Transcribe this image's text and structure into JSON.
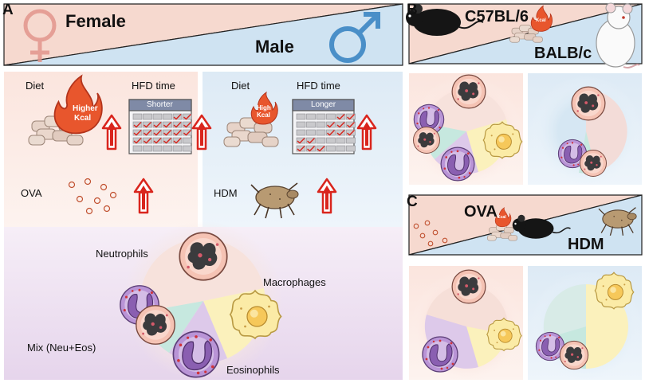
{
  "panels": {
    "a": {
      "letter": "A",
      "female": "Female",
      "male": "Male",
      "diet_left": "Diet",
      "hfd_left": "HFD time",
      "kcal_left": [
        "Higher",
        "Kcal"
      ],
      "cal_left_header": "Shorter",
      "ova": "OVA",
      "diet_right": "Diet",
      "hfd_right": "HFD time",
      "kcal_right": [
        "High",
        "Kcal"
      ],
      "cal_right_header": "Longer",
      "hdm": "HDM",
      "cells": {
        "neutrophils": "Neutrophils",
        "macrophages": "Macrophages",
        "mix": "Mix (Neu+Eos)",
        "eosinophils": "Eosinophils"
      }
    },
    "b": {
      "letter": "B",
      "strain1": "C57BL/6",
      "strain2": "BALB/c",
      "kcal": "Kcal"
    },
    "c": {
      "letter": "C",
      "ova": "OVA",
      "hdm": "HDM",
      "kcal": "Kcal"
    }
  },
  "colors": {
    "female": "#f6d8cf",
    "male": "#cfe3f2",
    "arrow": "#d9251d",
    "flame": "#e8562d",
    "calendar_header": "#7f8aa6",
    "mix_lavender": "#e7d8ee",
    "neutrophil": "#f3b7a7",
    "eosinophil": "#b38ad1",
    "macrophage": "#fbeaa5"
  }
}
